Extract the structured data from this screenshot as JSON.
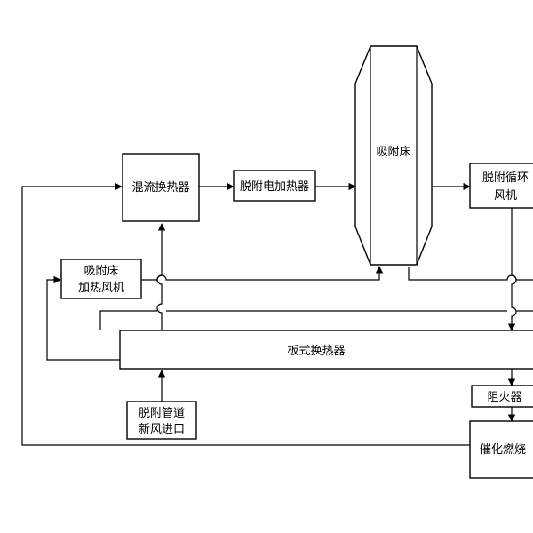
{
  "diagram": {
    "nodes": {
      "mixing_exchanger": "混流换热器",
      "desorption_heater": "脱附电加热器",
      "adsorption_bed": "吸附床",
      "desorption_fan_line1": "脱附循环",
      "desorption_fan_line2": "风机",
      "bed_heating_fan_line1": "吸附床",
      "bed_heating_fan_line2": "加热风机",
      "plate_exchanger": "板式换热器",
      "fresh_air_line1": "脱附管道",
      "fresh_air_line2": "新风进口",
      "flame_arrester": "阻火器",
      "catalytic_burner": "催化燃烧"
    },
    "colors": {
      "stroke": "#000000",
      "background": "#ffffff"
    }
  }
}
